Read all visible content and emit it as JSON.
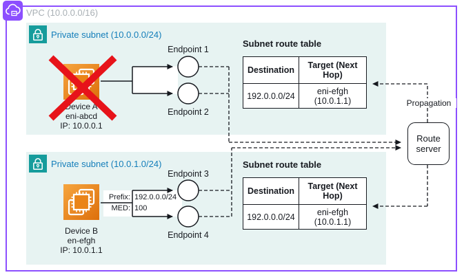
{
  "vpc": {
    "label": "VPC (10.0.0.0/16)"
  },
  "subnets": [
    {
      "label": "Private subnet (10.0.0.0/24)"
    },
    {
      "label": "Private subnet (10.0.1.0/24)"
    }
  ],
  "devices": [
    {
      "name": "Device A",
      "interface": "eni-abcd",
      "ip": "IP: 10.0.0.1",
      "status": "down"
    },
    {
      "name": "Device B",
      "interface": "en-efgh",
      "ip": "IP: 10.0.1.1",
      "status": "up"
    }
  ],
  "endpoints": [
    {
      "label": "Endpoint 1"
    },
    {
      "label": "Endpoint 2"
    },
    {
      "label": "Endpoint 3"
    },
    {
      "label": "Endpoint 4"
    }
  ],
  "bgp_advertisement": {
    "prefix_label": "Prefix:",
    "prefix_value": "192.0.0.0/24",
    "med_label": "MED:",
    "med_value": "100"
  },
  "route_tables": [
    {
      "title": "Subnet route table",
      "col_destination": "Destination",
      "col_target": "Target (Next Hop)",
      "row": {
        "destination": "192.0.0.0/24",
        "target": "eni-efgh (10.0.1.1)"
      }
    },
    {
      "title": "Subnet route table",
      "col_destination": "Destination",
      "col_target": "Target (Next Hop)",
      "row": {
        "destination": "192.0.0.0/24",
        "target": "eni-efgh (10.0.1.1)"
      }
    }
  ],
  "route_server": {
    "label": "Route server"
  },
  "propagation": {
    "label": "Propagation"
  },
  "colors": {
    "vpc_border": "#8C4FFF",
    "subnet_bg": "#E7F3F2",
    "subnet_label_blue": "#147EBA",
    "lock_teal": "#169C9C",
    "device_orange_light": "#F6A53F",
    "device_orange_dark": "#DD6F0B",
    "error_red": "#E7131A",
    "line_black": "#16191f",
    "vpc_label_gray": "#A9B0B5"
  }
}
